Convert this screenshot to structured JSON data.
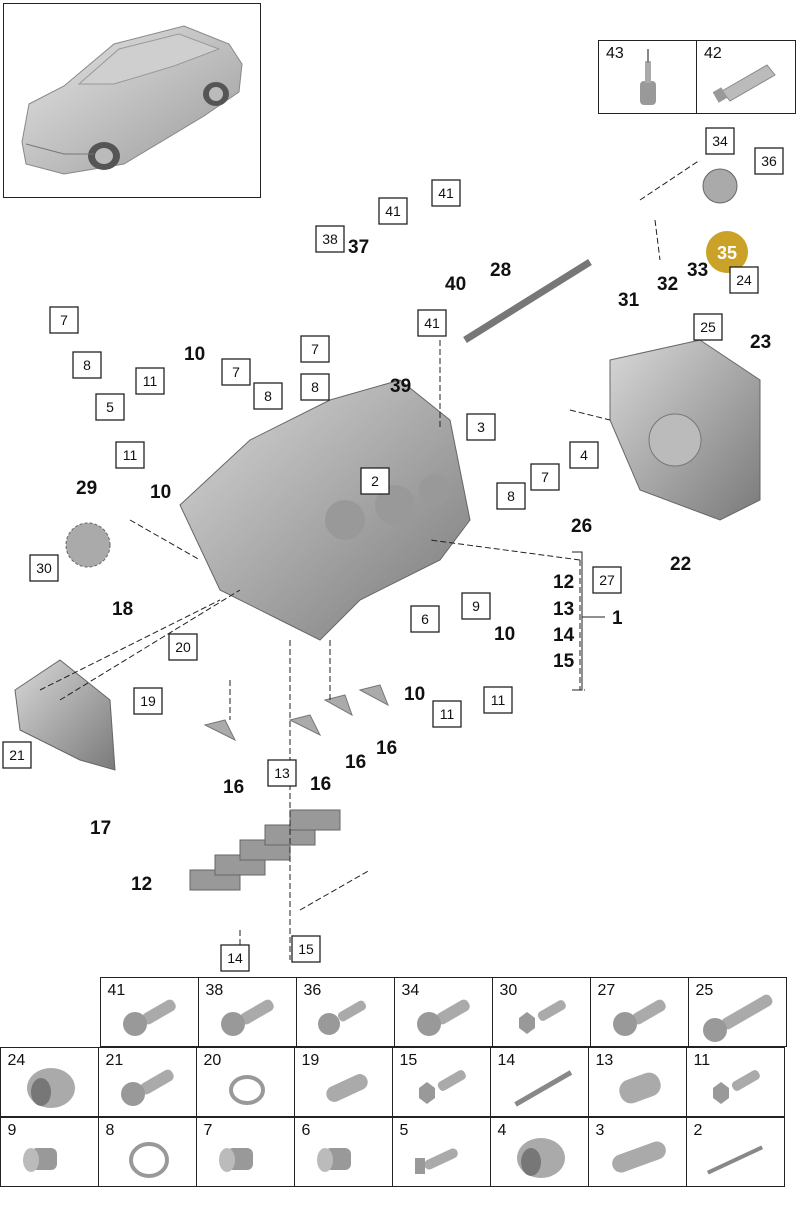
{
  "top_parts": [
    {
      "num": "43",
      "icon": "oil-bottle-icon"
    },
    {
      "num": "42",
      "icon": "sealant-tube-icon"
    }
  ],
  "highlight": "35",
  "highlight_color": "#c9a227",
  "labels_bold": {
    "l37": "37",
    "l40": "40",
    "l28": "28",
    "l39": "39",
    "l31": "31",
    "l32": "32",
    "l33": "33",
    "l23": "23",
    "l10a": "10",
    "l10b": "10",
    "l10c": "10",
    "l10d": "10",
    "l29": "29",
    "l26": "26",
    "l22": "22",
    "l18": "18",
    "l12a": "12",
    "l13a": "13",
    "l14a": "14",
    "l15a": "15",
    "l1": "1",
    "l16a": "16",
    "l16b": "16",
    "l16c": "16",
    "l16d": "16",
    "l17": "17",
    "l12b": "12"
  },
  "labels_boxed": {
    "b34": "34",
    "b36": "36",
    "b41a": "41",
    "b41b": "41",
    "b38": "38",
    "b41c": "41",
    "b24": "24",
    "b25": "25",
    "b7a": "7",
    "b8a": "8",
    "b5": "5",
    "b11a": "11",
    "b11b": "11",
    "b7b": "7",
    "b8b": "8",
    "b7c": "7",
    "b8c": "8",
    "b3": "3",
    "b2": "2",
    "b4": "4",
    "b7d": "7",
    "b8d": "8",
    "b30": "30",
    "b27": "27",
    "b9": "9",
    "b6": "6",
    "b20": "20",
    "b19": "19",
    "b21": "21",
    "b11c": "11",
    "b11d": "11",
    "b13": "13",
    "b14": "14",
    "b15": "15"
  },
  "parts_rows": [
    [
      {
        "num": "41",
        "icon": "torx-bolt-icon"
      },
      {
        "num": "38",
        "icon": "torx-bolt-icon"
      },
      {
        "num": "36",
        "icon": "flange-bolt-icon"
      },
      {
        "num": "34",
        "icon": "torx-bolt-icon"
      },
      {
        "num": "30",
        "icon": "hex-bolt-icon"
      },
      {
        "num": "27",
        "icon": "torx-bolt-icon"
      },
      {
        "num": "25",
        "icon": "long-bolt-icon"
      }
    ],
    [
      {
        "num": "24",
        "icon": "sleeve-icon"
      },
      {
        "num": "21",
        "icon": "torx-bolt-icon"
      },
      {
        "num": "20",
        "icon": "o-ring-icon"
      },
      {
        "num": "19",
        "icon": "dowel-pin-icon"
      },
      {
        "num": "15",
        "icon": "hex-bolt-icon"
      },
      {
        "num": "14",
        "icon": "stud-bolt-icon"
      },
      {
        "num": "13",
        "icon": "bushing-icon"
      },
      {
        "num": "11",
        "icon": "hex-bolt-icon"
      }
    ],
    [
      {
        "num": "9",
        "icon": "plug-icon"
      },
      {
        "num": "8",
        "icon": "seal-ring-icon"
      },
      {
        "num": "7",
        "icon": "plug-icon"
      },
      {
        "num": "6",
        "icon": "plug-icon"
      },
      {
        "num": "5",
        "icon": "pin-icon"
      },
      {
        "num": "4",
        "icon": "sleeve-icon"
      },
      {
        "num": "3",
        "icon": "tube-icon"
      },
      {
        "num": "2",
        "icon": "rod-icon"
      }
    ]
  ]
}
